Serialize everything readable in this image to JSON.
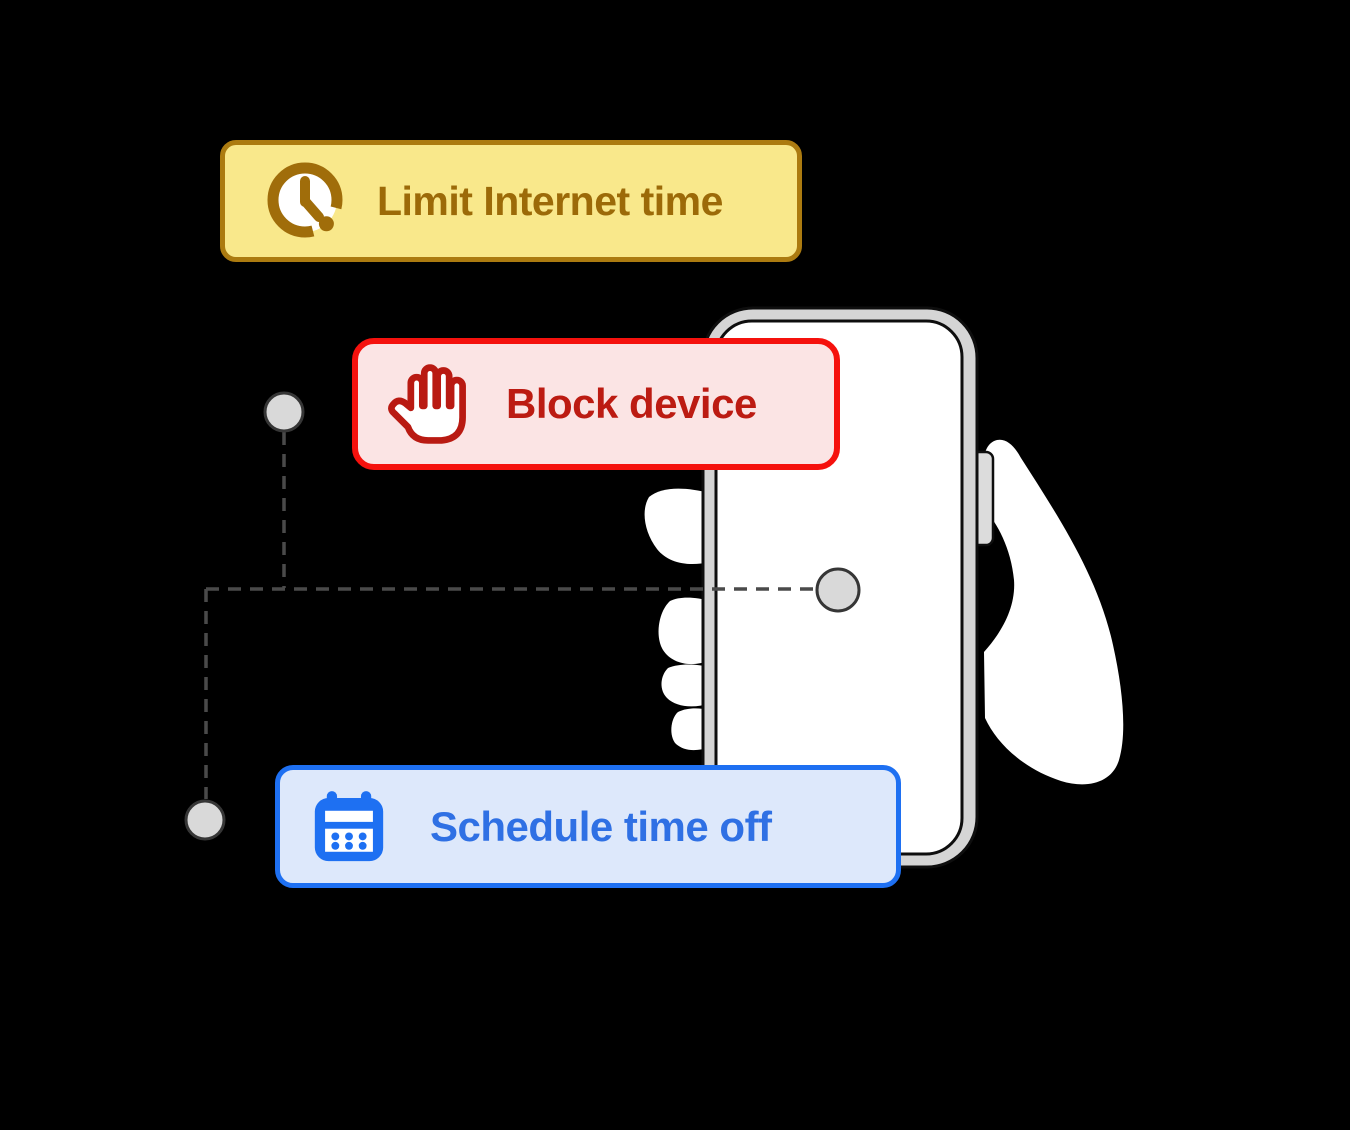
{
  "page": {
    "background": "#000000"
  },
  "badges": {
    "limit_internet_time": {
      "label": "Limit Internet time",
      "icon": "clock-icon",
      "background": "#F9E88B",
      "border_color": "#AC7B10",
      "text_color": "#9C6A08",
      "icon_color": "#A06D0A"
    },
    "block_device": {
      "label": "Block device",
      "icon": "stop-hand-icon",
      "background": "#FBE4E4",
      "border_color": "#F5110D",
      "text_color": "#BC1B12",
      "icon_color": "#B91A12"
    },
    "schedule_time_off": {
      "label": "Schedule time off",
      "icon": "calendar-icon",
      "background": "#DDE8FB",
      "border_color": "#1E70F2",
      "text_color": "#2F70E4",
      "icon_color": "#1E70F2"
    }
  },
  "illustration": {
    "phone": {
      "frame_fill": "#D5D5D5",
      "frame_stroke": "#0E0E0E",
      "screen_fill": "#FFFFFF",
      "button_fill": "#DCDCDC"
    },
    "hand": {
      "fill": "#FFFFFF"
    },
    "connector": {
      "line_color": "#4A4A4A",
      "node_fill": "#D9D9D9",
      "node_stroke": "#363636"
    }
  }
}
